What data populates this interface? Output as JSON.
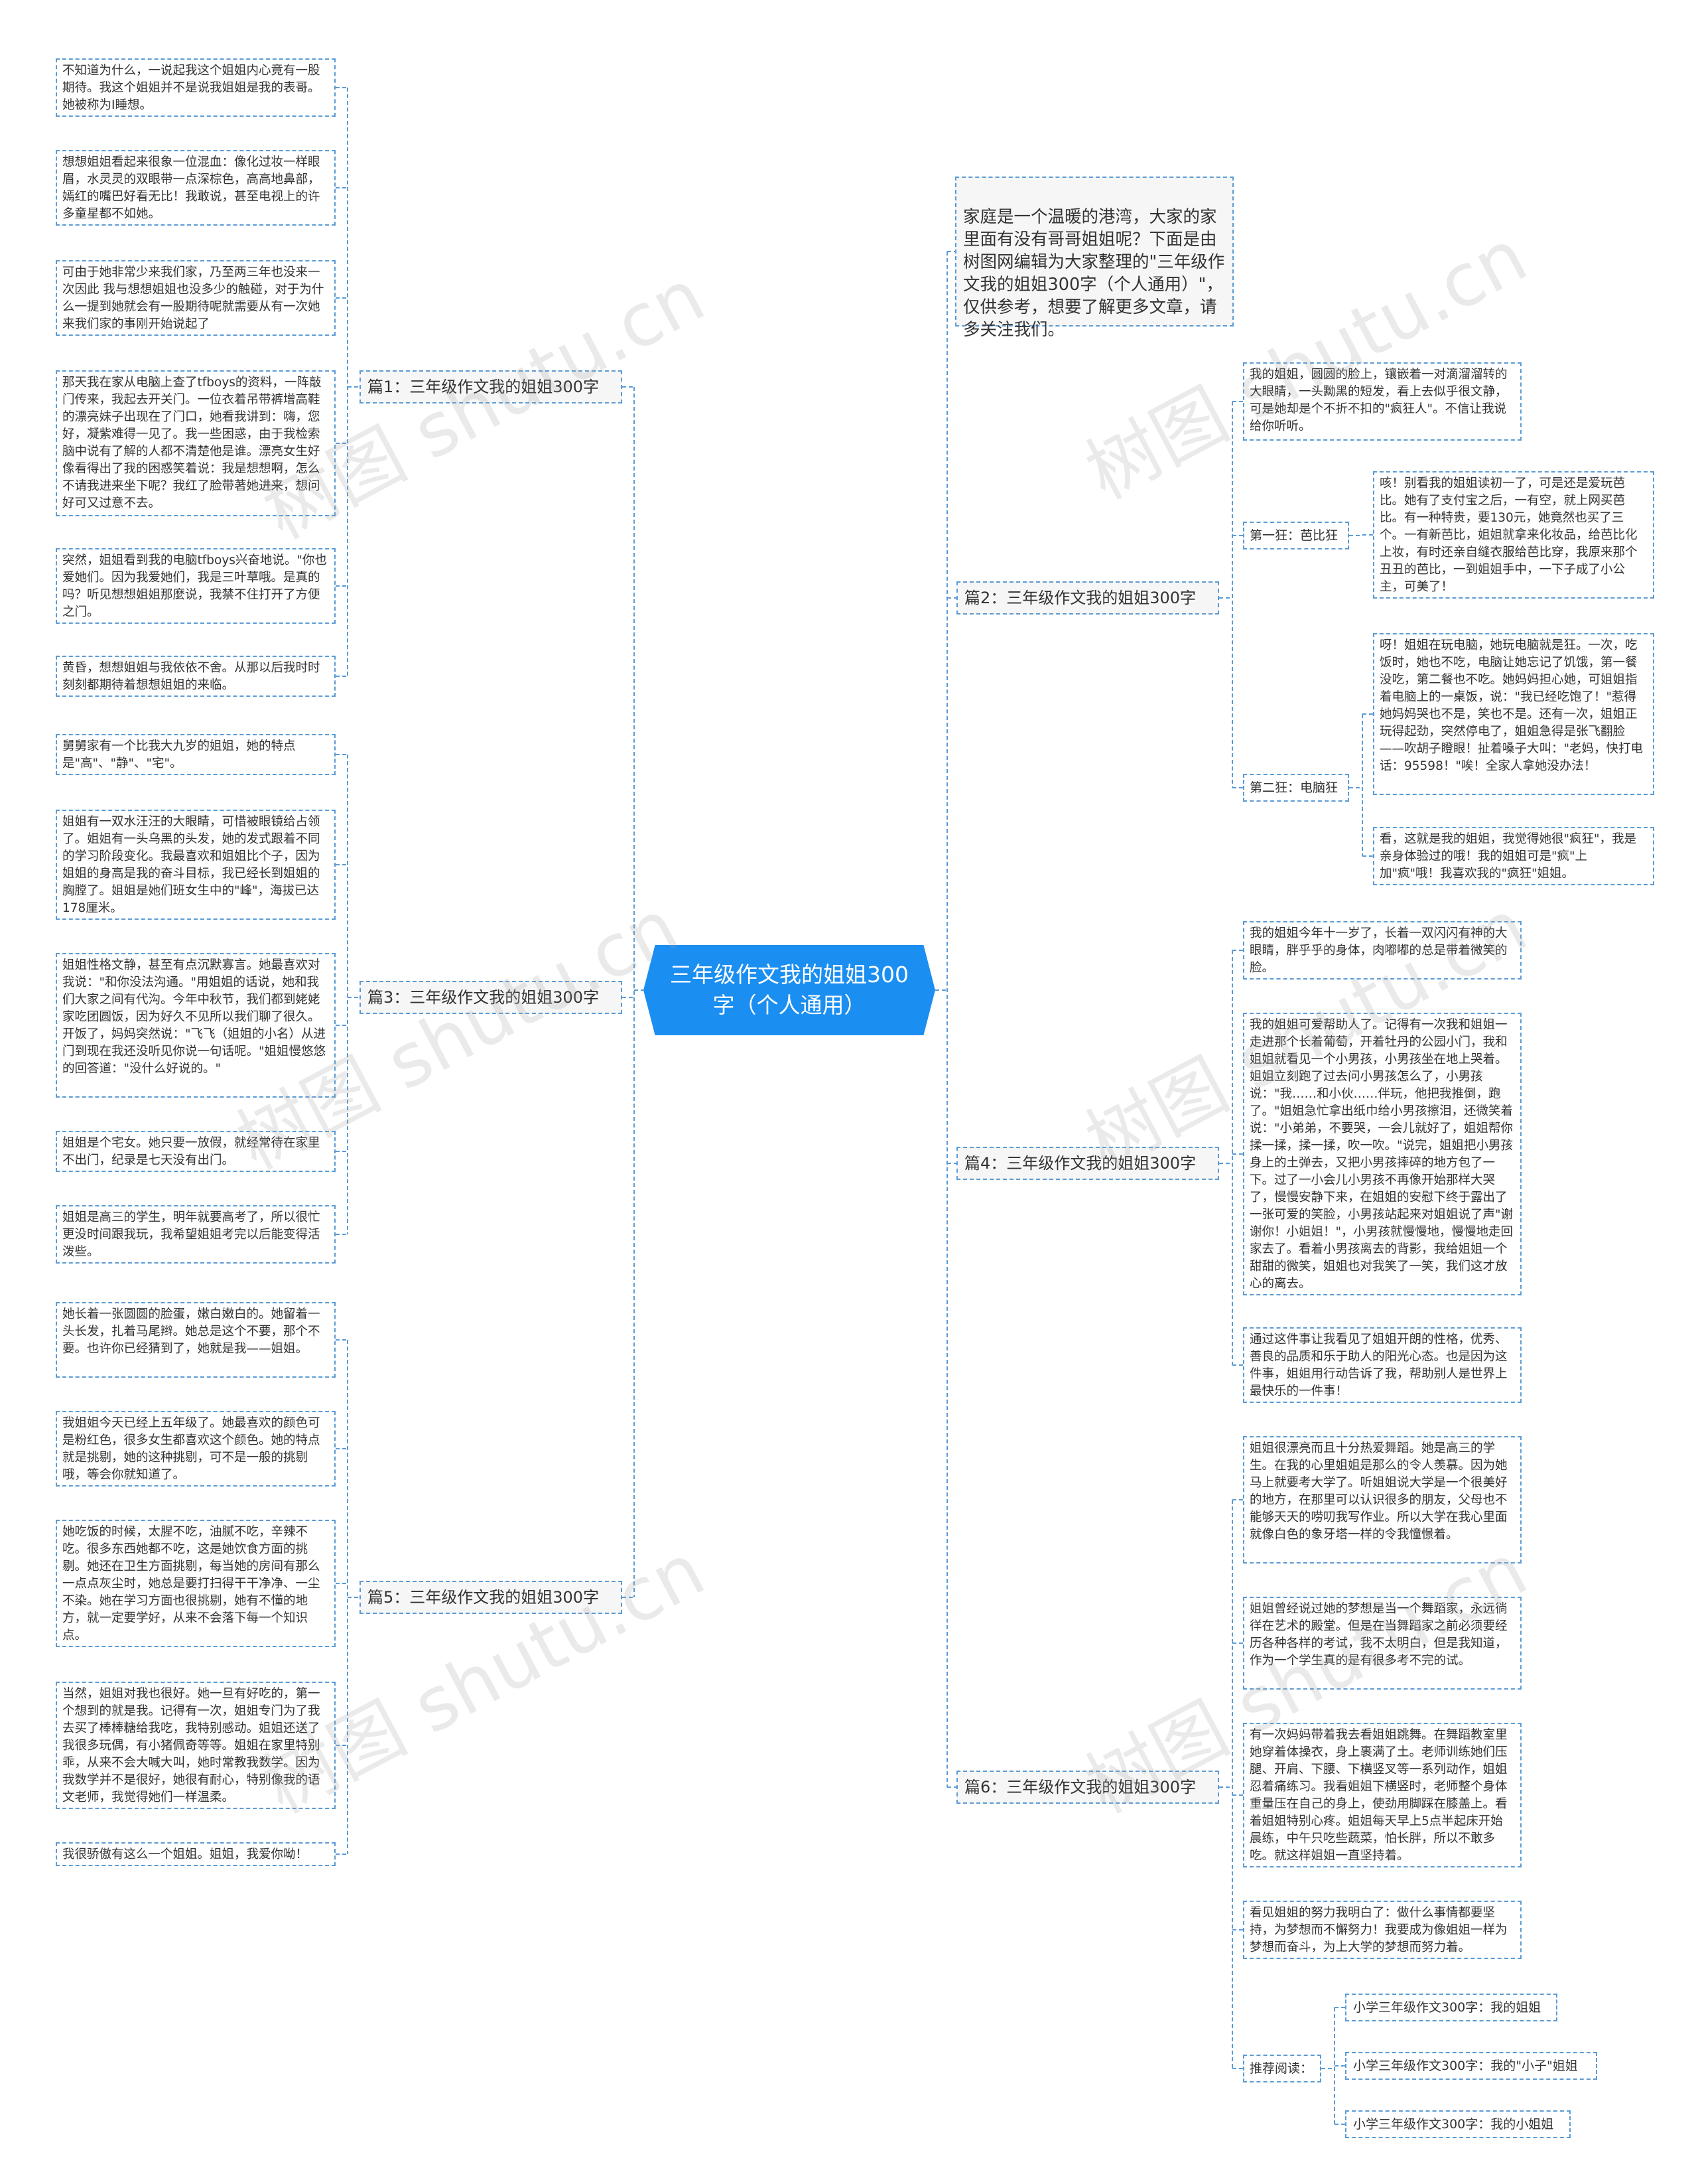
{
  "root": {
    "title": "三年级作文我的姐姐300字（个人通用）"
  },
  "intro": "家庭是一个温暖的港湾，大家的家里面有没有哥哥姐姐呢？下面是由树图网编辑为大家整理的\"三年级作文我的姐姐300字（个人通用）\"，仅供参考，想要了解更多文章，请多关注我们。",
  "branches": {
    "b1": "篇1：三年级作文我的姐姐300字",
    "b2": "篇2：三年级作文我的姐姐300字",
    "b3": "篇3：三年级作文我的姐姐300字",
    "b4": "篇4：三年级作文我的姐姐300字",
    "b5": "篇5：三年级作文我的姐姐300字",
    "b6": "篇6：三年级作文我的姐姐300字"
  },
  "b1_items": [
    "不知道为什么，一说起我这个姐姐内心竟有一股期待。我这个姐姐并不是说我姐姐是我的表哥。她被称为Ⅰ睡想。",
    "想想姐姐看起来很象一位混血：像化过妆一样眼眉，水灵灵的双眼带一点深棕色，高高地鼻部，嫣红的嘴巴好看无比！我敢说，甚至电视上的许多童星都不如她。",
    "可由于她非常少来我们家，乃至两三年也没来一次因此 我与想想姐姐也没多少的触碰，对于为什么一提到她就会有一股期待呢就需要从有一次她来我们家的事刚开始说起了",
    "那天我在家从电脑上查了tfboys的资料，一阵敲门传来，我起去开关门。一位衣着吊带裤增高鞋的漂亮妹子出现在了门口，她看我讲到：嗨，您好，凝紫难得一见了。我一些困惑，由于我检索脑中说有了解的人都不清楚他是谁。漂亮女生好像看得出了我的困惑笑着说：我是想想啊，怎么不请我进来坐下呢？我红了脸带著她进来，想问好可又过意不去。",
    "突然，姐姐看到我的电脑tfboys兴奋地说。\"你也爱她们。因为我爱她们，我是三叶草哦。是真的吗？听见想想姐姐那麼说，我禁不住打开了方便之门。",
    "黄昏，想想姐姐与我依依不舍。从那以后我时时刻刻都期待着想想姐姐的来临。"
  ],
  "b2_sub": {
    "intro_text": "我的姐姐，圆圆的脸上，镶嵌着一对滴溜溜转的大眼睛，一头黝黑的短发，看上去似乎很文静，可是她却是个不折不扣的\"疯狂人\"。不信让我说给你听听。",
    "s1_label": "第一狂：芭比狂",
    "s1_text": "咳！别看我的姐姐读初一了，可是还是爱玩芭比。她有了支付宝之后，一有空，就上网买芭比。有一种特贵，要130元，她竟然也买了三个。一有新芭比，姐姐就拿来化妆品，给芭比化上妆，有时还亲自缝衣服给芭比穿，我原来那个丑丑的芭比，一到姐姐手中，一下子成了小公主，可美了！",
    "s2_label": "第二狂：电脑狂",
    "s2_text1": "呀！姐姐在玩电脑，她玩电脑就是狂。一次，吃饭时，她也不吃，电脑让她忘记了饥饿，第一餐没吃，第二餐也不吃。她妈妈担心她，可姐姐指着电脑上的一桌饭，说：\"我已经吃饱了！\"惹得她妈妈哭也不是，笑也不是。还有一次，姐姐正玩得起劲，突然停电了，姐姐急得是张飞翻脸——吹胡子瞪眼！扯着嗓子大叫：\"老妈，快打电话：95598！\"唉！全家人拿她没办法！",
    "s2_text2": "看，这就是我的姐姐，我觉得她很\"疯狂\"，我是亲身体验过的哦！我的姐姐可是\"疯\"上加\"疯\"哦！我喜欢我的\"疯狂\"姐姐。"
  },
  "b3_items": [
    "舅舅家有一个比我大九岁的姐姐，她的特点是\"高\"、\"静\"、\"宅\"。",
    "姐姐有一双水汪汪的大眼睛，可惜被眼镜给占领了。姐姐有一头乌黑的头发，她的发式跟着不同的学习阶段变化。我最喜欢和姐姐比个子，因为姐姐的身高是我的奋斗目标，我已经长到姐姐的胸膛了。姐姐是她们班女生中的\"峰\"，海拔已达178厘米。",
    "姐姐性格文静，甚至有点沉默寡言。她最喜欢对我说：\"和你没法沟通。\"用姐姐的话说，她和我们大家之间有代沟。今年中秋节，我们都到姥姥家吃团圆饭，因为好久不见所以我们聊了很久。开饭了，妈妈突然说：\"飞飞（姐姐的小名）从进门到现在我还没听见你说一句话呢。\"姐姐慢悠悠的回答道：\"没什么好说的。\"",
    "姐姐是个宅女。她只要一放假，就经常待在家里不出门，纪录是七天没有出门。",
    "姐姐是高三的学生，明年就要高考了，所以很忙更没时间跟我玩，我希望姐姐考完以后能变得活泼些。"
  ],
  "b4_items": [
    "我的姐姐今年十一岁了，长着一双闪闪有神的大眼睛，胖乎乎的身体，肉嘟嘟的总是带着微笑的脸。",
    "我的姐姐可爱帮助人了。记得有一次我和姐姐一走进那个长着葡萄，开着牡丹的公园小门，我和姐姐就看见一个小男孩，小男孩坐在地上哭着。姐姐立刻跑了过去问小男孩怎么了，小男孩说：\"我……和小伙……伴玩，他把我推倒，跑了。\"姐姐急忙拿出纸巾给小男孩擦泪，还微笑着说：\"小弟弟，不要哭，一会儿就好了，姐姐帮你揉一揉，揉一揉，吹一吹。\"说完，姐姐把小男孩身上的土弹去，又把小男孩摔碎的地方包了一下。过了一小会儿小男孩不再像开始那样大哭了，慢慢安静下来，在姐姐的安慰下终于露出了一张可爱的笑脸，小男孩站起来对姐姐说了声\"谢谢你！小姐姐！\"，小男孩就慢慢地，慢慢地走回家去了。看着小男孩离去的背影，我给姐姐一个甜甜的微笑，姐姐也对我笑了一笑，我们这才放心的离去。",
    "通过这件事让我看见了姐姐开朗的性格，优秀、善良的品质和乐于助人的阳光心态。也是因为这件事，姐姐用行动告诉了我，帮助别人是世界上最快乐的一件事！"
  ],
  "b5_items": [
    "她长着一张圆圆的脸蛋，嫩白嫩白的。她留着一头长发，扎着马尾辫。她总是这个不要，那个不要。也许你已经猜到了，她就是我——姐姐。",
    "我姐姐今天已经上五年级了。她最喜欢的颜色可是粉红色，很多女生都喜欢这个颜色。她的特点就是挑剔，她的这种挑剔，可不是一般的挑剔哦，等会你就知道了。",
    "她吃饭的时候，太腥不吃，油腻不吃，辛辣不吃。很多东西她都不吃，这是她饮食方面的挑剔。她还在卫生方面挑剔，每当她的房间有那么一点点灰尘时，她总是要打扫得干干净净、一尘不染。她在学习方面也很挑剔，她有不懂的地方，就一定要学好，从来不会落下每一个知识点。",
    "当然，姐姐对我也很好。她一旦有好吃的，第一个想到的就是我。记得有一次，姐姐专门为了我去买了棒棒糖给我吃，我特别感动。姐姐还送了我很多玩偶，有小猪佩奇等等。姐姐在家里特别乖，从来不会大喊大叫，她时常教我数学。因为我数学并不是很好，她很有耐心，特别像我的语文老师，我觉得她们一样温柔。",
    "我很骄傲有这么一个姐姐。姐姐，我爱你呦！"
  ],
  "b6_items": [
    "姐姐很漂亮而且十分热爱舞蹈。她是高三的学生。在我的心里姐姐是那么的令人羡慕。因为她马上就要考大学了。听姐姐说大学是一个很美好的地方，在那里可以认识很多的朋友，父母也不能够天天的唠叨我写作业。所以大学在我心里面就像白色的象牙塔一样的令我憧憬着。",
    "姐姐曾经说过她的梦想是当一个舞蹈家，永远徜徉在艺术的殿堂。但是在当舞蹈家之前必须要经历各种各样的考试，我不太明白，但是我知道，作为一个学生真的是有很多考不完的试。",
    "有一次妈妈带着我去看姐姐跳舞。在舞蹈教室里她穿着体操衣，身上裹满了土。老师训练她们压腿、开肩、下腰、下横竖叉等一系列动作，姐姐忍着痛练习。我看姐姐下横竖时，老师整个身体重量压在自己的身上，使劲用脚踩在膝盖上。看着姐姐特别心疼。姐姐每天早上5点半起床开始晨练，中午只吃些蔬菜，怕长胖，所以不敢多吃。就这样姐姐一直坚持着。",
    "看见姐姐的努力我明白了：做什么事情都要坚持，为梦想而不懈努力！我要成为像姐姐一样为梦想而奋斗，为上大学的梦想而努力着。"
  ],
  "recommend": {
    "label": "推荐阅读：",
    "links": [
      "小学三年级作文300字：我的姐姐",
      "小学三年级作文300字：我的\"小子\"姐姐",
      "小学三年级作文300字：我的小姐姐"
    ]
  },
  "watermark": "树图 shutu.cn",
  "colors": {
    "root_bg": "#1b8ef2",
    "border": "#5b9bd5",
    "branch_bg": "#f6f6f6"
  }
}
